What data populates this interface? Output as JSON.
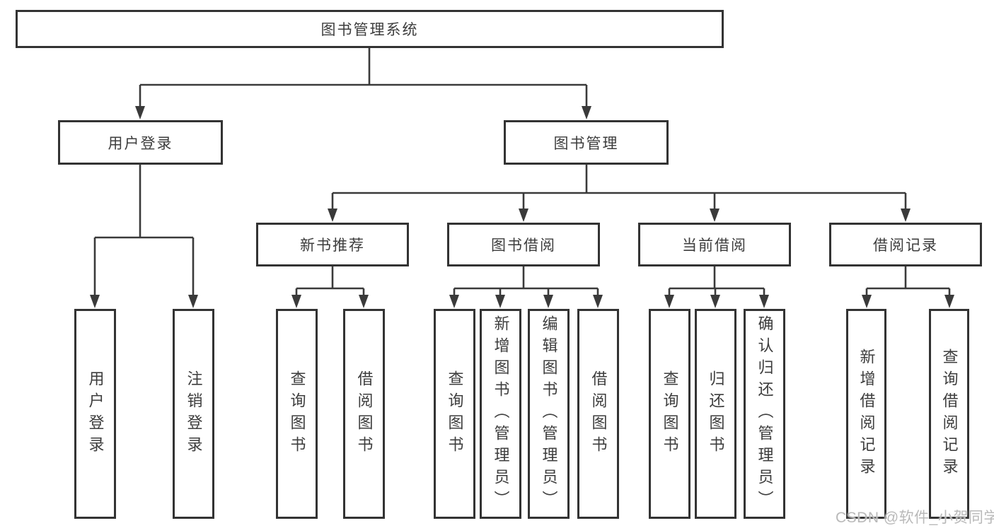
{
  "watermark": "CSDN @软件_小贺同学",
  "colors": {
    "line": "#3a3a3a",
    "box_border": "#333333",
    "text": "#3d3d3d",
    "watermark": "#b9b9b9",
    "background": "#ffffff"
  },
  "tree": {
    "root": {
      "label": "图书管理系统"
    },
    "branches": [
      {
        "label": "用户登录",
        "children": [
          {
            "label": "用户登录"
          },
          {
            "label": "注销登录"
          }
        ]
      },
      {
        "label": "图书管理",
        "groups": [
          {
            "label": "新书推荐",
            "children": [
              {
                "label": "查询图书"
              },
              {
                "label": "借阅图书"
              }
            ]
          },
          {
            "label": "图书借阅",
            "children": [
              {
                "label": "查询图书"
              },
              {
                "label": "新增图书（管理员）"
              },
              {
                "label": "编辑图书（管理员）"
              },
              {
                "label": "借阅图书"
              }
            ]
          },
          {
            "label": "当前借阅",
            "children": [
              {
                "label": "查询图书"
              },
              {
                "label": "归还图书"
              },
              {
                "label": "确认归还（管理员）"
              }
            ]
          },
          {
            "label": "借阅记录",
            "children": [
              {
                "label": "新增借阅记录"
              },
              {
                "label": "查询借阅记录"
              }
            ]
          }
        ]
      }
    ]
  }
}
